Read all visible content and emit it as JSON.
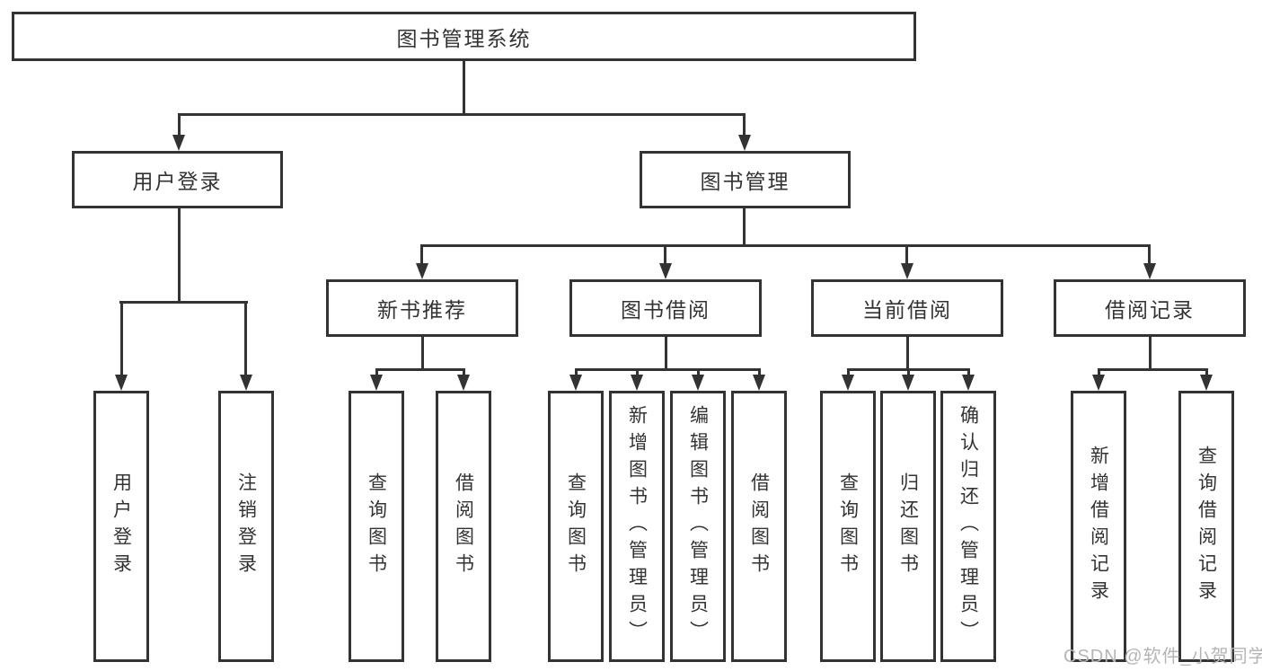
{
  "tree": {
    "root": "图书管理系统",
    "children": [
      {
        "label": "用户登录",
        "children": [
          "用户登录",
          "注销登录"
        ]
      },
      {
        "label": "图书管理",
        "children": [
          {
            "label": "新书推荐",
            "children": [
              "查询图书",
              "借阅图书"
            ]
          },
          {
            "label": "图书借阅",
            "children": [
              "查询图书",
              "新增图书（管理员）",
              "编辑图书（管理员）",
              "借阅图书"
            ]
          },
          {
            "label": "当前借阅",
            "children": [
              "查询图书",
              "归还图书",
              "确认归还（管理员）"
            ]
          },
          {
            "label": "借阅记录",
            "children": [
              "新增借阅记录",
              "查询借阅记录"
            ]
          }
        ]
      }
    ]
  },
  "watermark": {
    "text": "CSDN @软件_小贺同学"
  },
  "colors": {
    "line": "#333333",
    "text": "#333333",
    "background": "#ffffff",
    "watermark": "#b5b5b5"
  }
}
